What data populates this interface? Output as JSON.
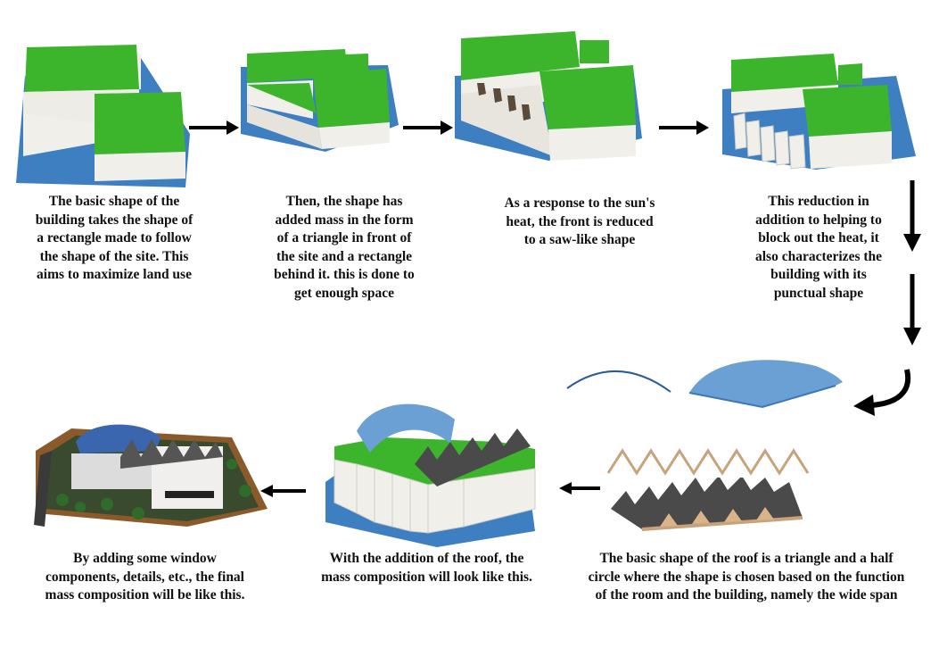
{
  "steps": [
    {
      "lines": [
        "The basic shape of the",
        "building takes the shape of",
        "a rectangle made to follow",
        "the shape of the site. This",
        "aims to maximize land use"
      ]
    },
    {
      "lines": [
        "Then, the shape has",
        "added mass in the form",
        "of a triangle in front of",
        "the site and a rectangle",
        "behind it. this is done to",
        "get enough space"
      ]
    },
    {
      "lines": [
        "As a response to the sun's",
        "heat, the front is reduced",
        "to a saw-like shape"
      ]
    },
    {
      "lines": [
        "This reduction in",
        "addition to helping to",
        "block out the heat, it",
        "also characterizes the",
        "building with its",
        "punctual shape"
      ]
    },
    {
      "lines": [
        "The basic shape of the roof is a triangle and a half",
        "circle where the shape is chosen based on the function",
        "of the room and the building, namely the wide span"
      ]
    },
    {
      "lines": [
        "With the addition of the roof, the",
        "mass composition will look like this."
      ]
    },
    {
      "lines": [
        "By adding some window",
        "components, details, etc., the final",
        "mass composition will be like this."
      ]
    }
  ],
  "colors": {
    "roof_green": "#3cb52c",
    "wall": "#f1efea",
    "wall_shade": "#d9d6cf",
    "site_blue": "#3d7fc0",
    "arrow": "#000000",
    "curve_blue": "#2a5d95",
    "zigzag": "#c8a27a",
    "roof_dark": "#4a4a4a"
  }
}
